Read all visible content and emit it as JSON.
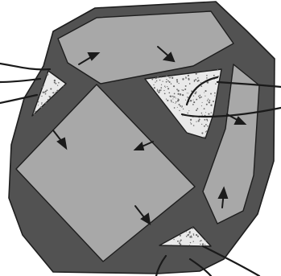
{
  "figure": {
    "colors": {
      "edge_band": "#525252",
      "square_face": "#a8a8a8",
      "triangle_face": "#e9e9e9",
      "outline": "#1e1e1e",
      "background": "#ffffff"
    },
    "faces": {
      "squares": [
        "top-square-face",
        "front-square-face",
        "right-square-face"
      ],
      "triangles": [
        "upper-left-triangle-face",
        "upper-right-triangle-face",
        "bottom-triangle-face"
      ]
    },
    "marker_icon": "arrow-icon",
    "lead_line_count": 9
  }
}
